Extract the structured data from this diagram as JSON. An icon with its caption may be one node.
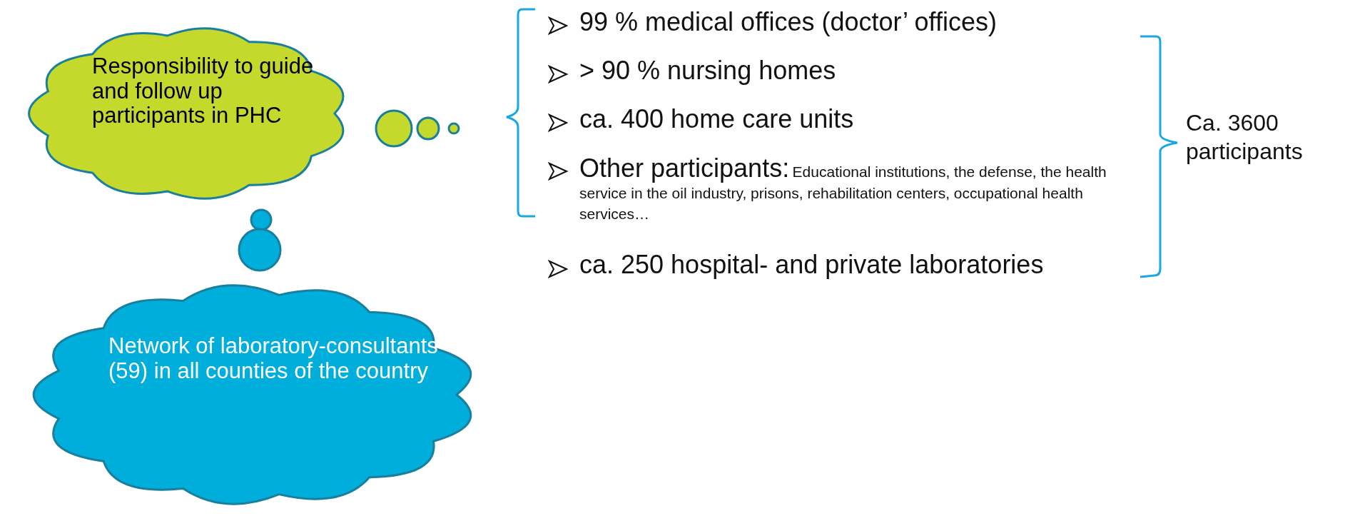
{
  "diagram": {
    "nodes": [
      {
        "text": [
          "Responsibility to guide and follow up participants in PHC"
        ]
      },
      {
        "text": [
          "Network of laboratory-consultants (59) in all counties of the country"
        ]
      }
    ],
    "labels": [
      "99 % medical offices (doctor’ offices)",
      "> 90 % nursing homes",
      "ca. 400 home care units",
      "Other participants:",
      "Educational institutions, the defense, the health service in the oil industry, prisons, rehabilitation centers, occupational health services…",
      "ca. 250 hospital- and private laboratories",
      "Ca. 3600 participants"
    ]
  }
}
